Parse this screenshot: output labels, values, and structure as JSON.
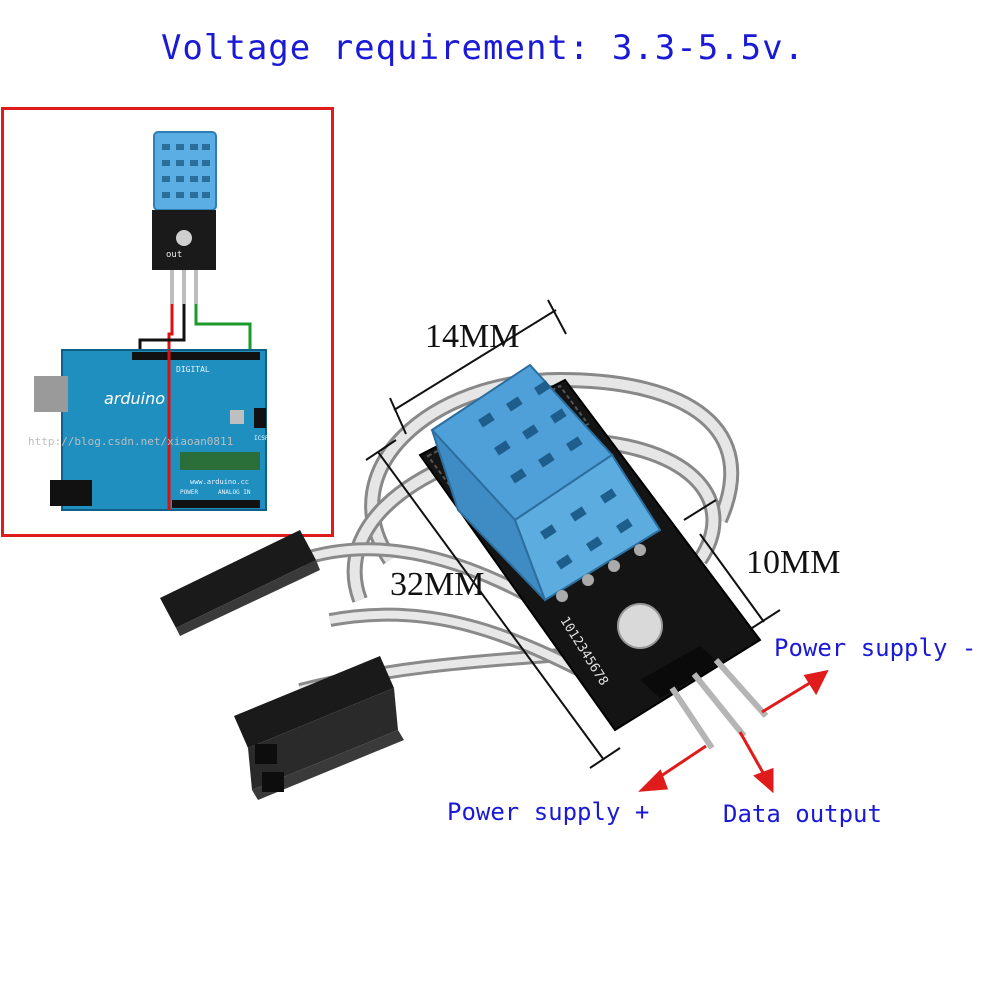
{
  "title": "Voltage requirement: 3.3-5.5v.",
  "watermark": "http://blog.csdn.net/xiaoan0811",
  "wiring_diagram": {
    "sensor_pin_label": "out",
    "board_name": "arduino",
    "board_url": "www.arduino.cc",
    "digital_label": "DIGITAL",
    "power_label": "POWER",
    "analog_label": "ANALOG IN",
    "icsp_label": "ICSP"
  },
  "dimensions": {
    "width": "14MM",
    "length": "32MM",
    "height": "10MM"
  },
  "module_print": "1012345678",
  "pin_labels": {
    "power_minus": "Power supply -",
    "power_plus": "Power supply +",
    "data": "Data output"
  },
  "colors": {
    "label_blue": "#1a1ad6",
    "arrow_red": "#e01b1b",
    "sensor_blue": "#4f9fd8",
    "board_blue": "#1f8fc0",
    "pcb_black": "#141414"
  }
}
